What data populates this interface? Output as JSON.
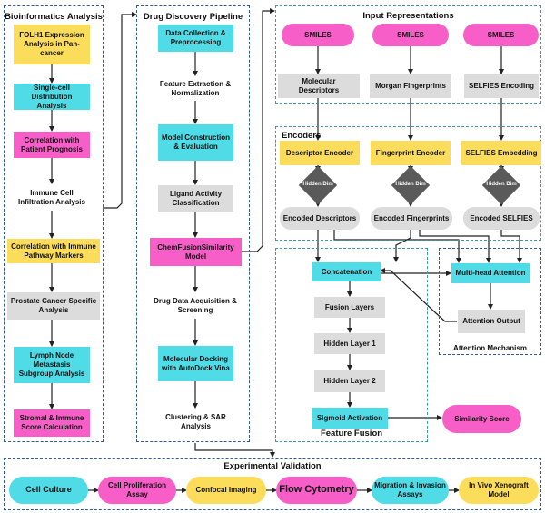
{
  "panels": {
    "bioinformatics": "Bioinformatics Analysis",
    "drug_discovery": "Drug Discovery Pipeline",
    "input_representations": "Input Representations",
    "encoders": "Encoders",
    "feature_fusion": "Feature Fusion",
    "attention_mechanism": "Attention Mechanism",
    "experimental_validation": "Experimental Validation"
  },
  "bioinformatics_steps": [
    "FOLH1 Expression Analysis in Pan-cancer",
    "Single-cell Distribution Analysis",
    "Correlation with Patient Prognosis",
    "Immune Cell Infiltration Analysis",
    "Correlation with Immune Pathway Markers",
    "Prostate Cancer Specific Analysis",
    "Lymph Node Metastasis Subgroup Analysis",
    "Stromal & Immune Score Calculation"
  ],
  "pipeline_steps": [
    "Data Collection & Preprocessing",
    "Feature Extraction & Normalization",
    "Model Construction & Evaluation",
    "Ligand Activity Classification",
    "ChemFusionSimilarity Model",
    "Drug Data Acquisition & Screening",
    "Molecular Docking with AutoDock Vina",
    "Clustering & SAR Analysis"
  ],
  "inputs": {
    "smiles": [
      "SMILES",
      "SMILES",
      "SMILES"
    ],
    "representations": [
      "Molecular Descriptors",
      "Morgan Fingerprints",
      "SELFIES Encoding"
    ]
  },
  "encoders": {
    "names": [
      "Descriptor Encoder",
      "Fingerprint Encoder",
      "SELFIES Embedding"
    ],
    "hidden": [
      "Hidden Dim",
      "Hidden Dim",
      "Hidden Dim"
    ],
    "outputs": [
      "Encoded Descriptors",
      "Encoded Fingerprints",
      "Encoded SELFIES"
    ]
  },
  "fusion": {
    "concatenation": "Concatenation",
    "fusion_layers": "Fusion Layers",
    "hidden_layer_1": "Hidden Layer 1",
    "hidden_layer_2": "Hidden Layer 2",
    "sigmoid": "Sigmoid Activation",
    "similarity": "Similarity Score"
  },
  "attention": {
    "multihead": "Multi-head Attention",
    "output": "Attention Output"
  },
  "validation_steps": [
    "Cell Culture",
    "Cell Proliferation Assay",
    "Confocal Imaging",
    "Flow Cytometry",
    "Migration & Invasion Assays",
    "In Vivo Xenograft Model"
  ],
  "colors": {
    "yellow": "#fbdd5b",
    "cyan": "#4fdce6",
    "pink": "#f75ec8",
    "gray": "#dcdcdc",
    "panel_border_blue": "#2f5aa0",
    "panel_border_teal": "#3a9aa8"
  }
}
